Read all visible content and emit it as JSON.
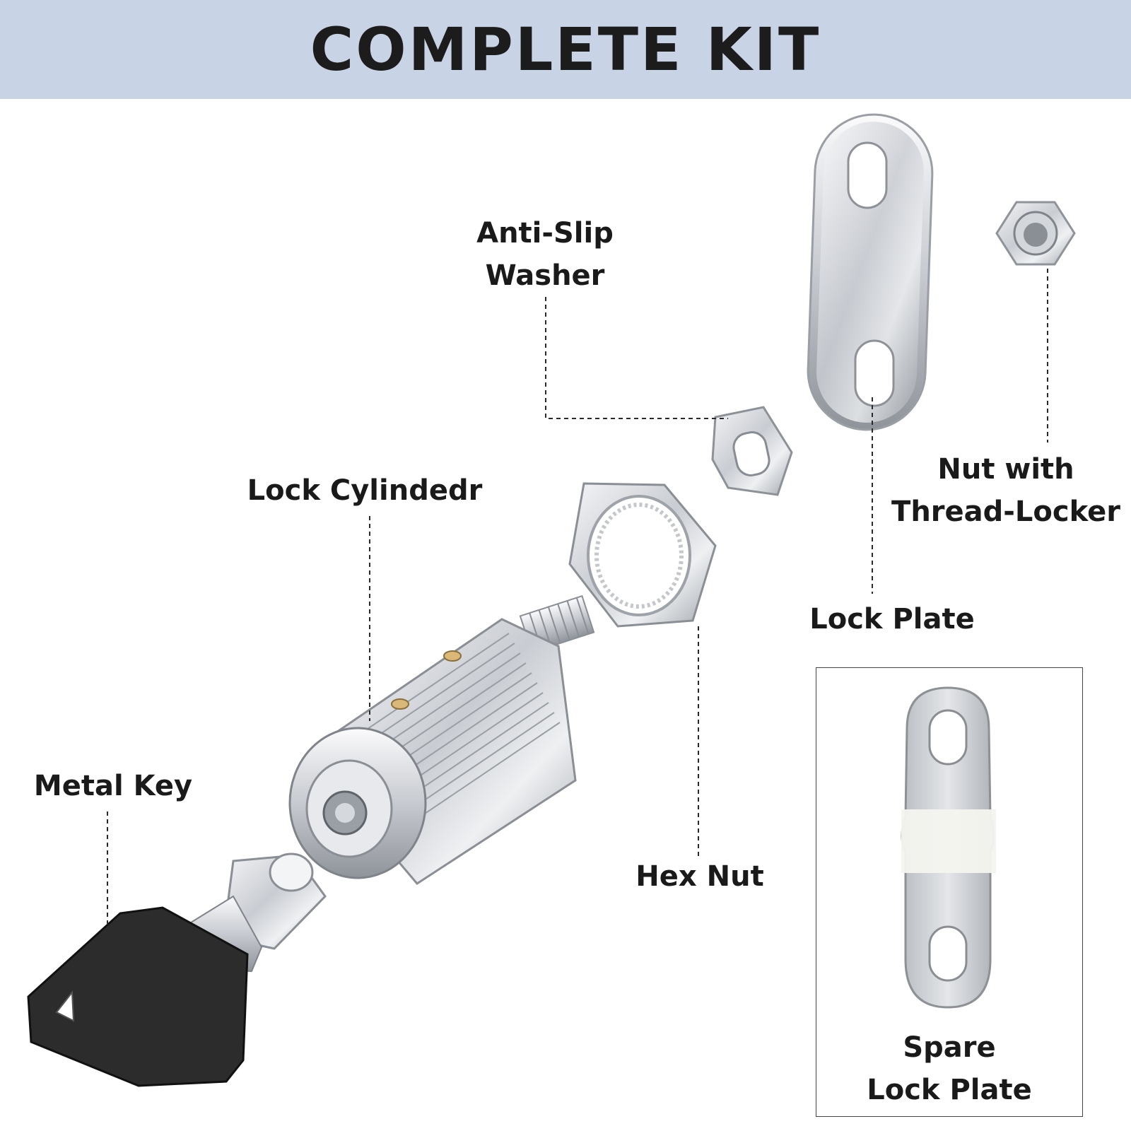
{
  "header": {
    "title": "COMPLETE  KIT"
  },
  "labels": {
    "anti_slip_washer": {
      "line1": "Anti-Slip",
      "line2": "Washer"
    },
    "lock_cylinder": "Lock Cylindedr",
    "metal_key": "Metal Key",
    "hex_nut": "Hex Nut",
    "lock_plate": "Lock Plate",
    "nut_thread_locker": {
      "line1": "Nut with",
      "line2": "Thread-Locker"
    },
    "spare_lock_plate": {
      "line1": "Spare",
      "line2": "Lock Plate"
    }
  },
  "colors": {
    "header_bg": "#c9d3e6",
    "text": "#1a1a1a",
    "metal": "#d6d9de",
    "key": "#2b2b2b"
  }
}
